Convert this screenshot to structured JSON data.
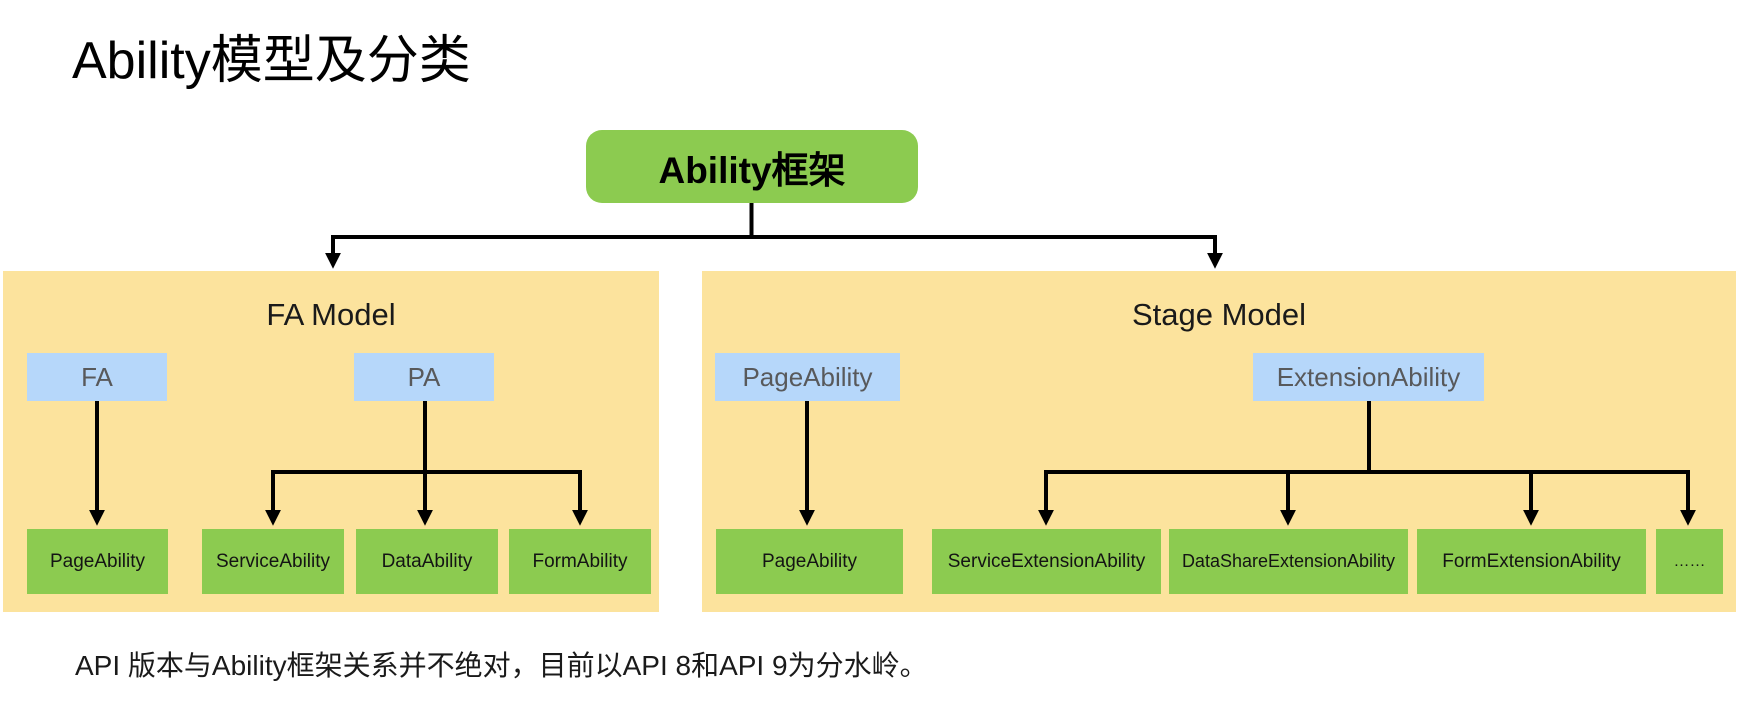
{
  "page": {
    "title": "Ability模型及分类",
    "note": "API 版本与Ability框架关系并不绝对，目前以API 8和API 9为分水岭。"
  },
  "root": {
    "label": "Ability框架"
  },
  "panels": [
    {
      "title": "FA Model",
      "groups": [
        {
          "parent": "FA",
          "children": [
            "PageAbility"
          ]
        },
        {
          "parent": "PA",
          "children": [
            "ServiceAbility",
            "DataAbility",
            "FormAbility"
          ]
        }
      ]
    },
    {
      "title": "Stage Model",
      "groups": [
        {
          "parent": "PageAbility",
          "children": [
            "PageAbility"
          ]
        },
        {
          "parent": "ExtensionAbility",
          "children": [
            "ServiceExtensionAbility",
            "DataShareExtensionAbility",
            "FormExtensionAbility",
            "……"
          ]
        }
      ]
    }
  ],
  "colors": {
    "root_box": "#8ccb50",
    "panel_bg": "#fce39d",
    "parent_box": "#b6d7fa",
    "leaf_box": "#8ccb50",
    "parent_text": "#58595b",
    "line": "#000000"
  }
}
